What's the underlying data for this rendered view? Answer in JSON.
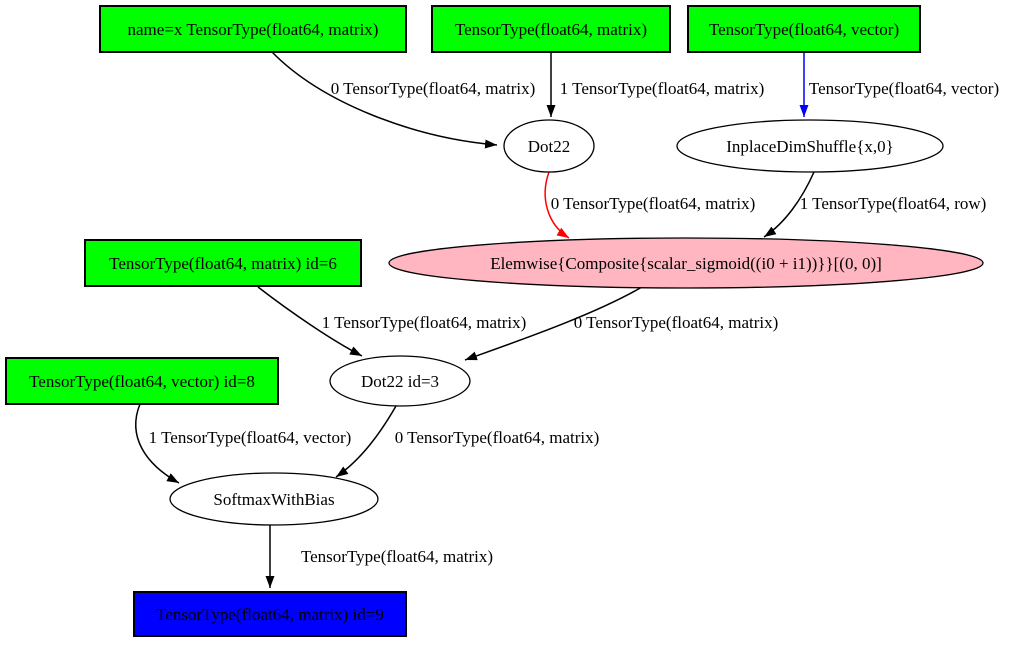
{
  "graph": {
    "background": "#ffffff",
    "colors": {
      "input_fill": "#00ff00",
      "output_fill": "#0000ff",
      "elemwise_fill": "#ffb6c1",
      "op_fill": "#ffffff",
      "edge_black": "#000000",
      "edge_red": "#ff0000",
      "edge_blue": "#0000ff"
    },
    "nodes": [
      {
        "id": "input-x",
        "label": "name=x TensorType(float64, matrix)",
        "shape": "box",
        "fill": "#00ff00"
      },
      {
        "id": "input-w",
        "label": "TensorType(float64, matrix)",
        "shape": "box",
        "fill": "#00ff00"
      },
      {
        "id": "input-b",
        "label": "TensorType(float64, vector)",
        "shape": "box",
        "fill": "#00ff00"
      },
      {
        "id": "dot22",
        "label": "Dot22",
        "shape": "ellipse",
        "fill": "#ffffff"
      },
      {
        "id": "dimshuffle",
        "label": "InplaceDimShuffle{x,0}",
        "shape": "ellipse",
        "fill": "#ffffff"
      },
      {
        "id": "tensor-id6",
        "label": "TensorType(float64, matrix) id=6",
        "shape": "box",
        "fill": "#00ff00"
      },
      {
        "id": "elemwise",
        "label": "Elemwise{Composite{scalar_sigmoid((i0 + i1))}}[(0, 0)]",
        "shape": "ellipse",
        "fill": "#ffb6c1"
      },
      {
        "id": "tensor-id8",
        "label": "TensorType(float64, vector) id=8",
        "shape": "box",
        "fill": "#00ff00"
      },
      {
        "id": "dot22-id3",
        "label": "Dot22 id=3",
        "shape": "ellipse",
        "fill": "#ffffff"
      },
      {
        "id": "softmax",
        "label": "SoftmaxWithBias",
        "shape": "ellipse",
        "fill": "#ffffff"
      },
      {
        "id": "output-id9",
        "label": "TensorType(float64, matrix) id=9",
        "shape": "box",
        "fill": "#0000ff"
      }
    ],
    "edges": [
      {
        "from": "input-x",
        "to": "dot22",
        "label": "0 TensorType(float64, matrix)",
        "color": "#000000"
      },
      {
        "from": "input-w",
        "to": "dot22",
        "label": "1 TensorType(float64, matrix)",
        "color": "#000000"
      },
      {
        "from": "input-b",
        "to": "dimshuffle",
        "label": "TensorType(float64, vector)",
        "color": "#0000ff"
      },
      {
        "from": "dot22",
        "to": "elemwise",
        "label": "0 TensorType(float64, matrix)",
        "color": "#ff0000"
      },
      {
        "from": "dimshuffle",
        "to": "elemwise",
        "label": "1 TensorType(float64, row)",
        "color": "#000000"
      },
      {
        "from": "tensor-id6",
        "to": "dot22-id3",
        "label": "1 TensorType(float64, matrix)",
        "color": "#000000"
      },
      {
        "from": "elemwise",
        "to": "dot22-id3",
        "label": "0 TensorType(float64, matrix)",
        "color": "#000000"
      },
      {
        "from": "tensor-id8",
        "to": "softmax",
        "label": "1 TensorType(float64, vector)",
        "color": "#000000"
      },
      {
        "from": "dot22-id3",
        "to": "softmax",
        "label": "0 TensorType(float64, matrix)",
        "color": "#000000"
      },
      {
        "from": "softmax",
        "to": "output-id9",
        "label": "TensorType(float64, matrix)",
        "color": "#000000"
      }
    ]
  }
}
